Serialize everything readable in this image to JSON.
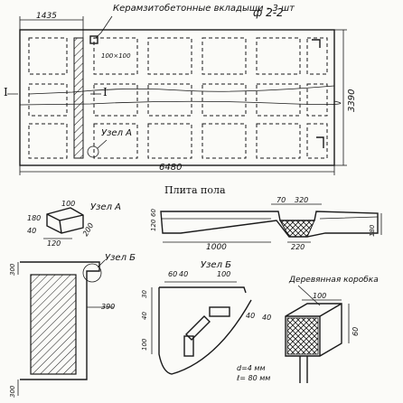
{
  "plan": {
    "dim_top_left": "1435",
    "callout": "Керамзитобетонные вкладыши - 3 шт",
    "mark": "ф 2-2",
    "insert_size": "100×100",
    "height": "3390",
    "width": "6480",
    "section_left": "I",
    "section_right": "I",
    "node_a_label": "Узел A",
    "caption": "Плита пола"
  },
  "node_a": {
    "title": "Узел A",
    "d100": "100",
    "d180": "180",
    "d40": "40",
    "d120": "120",
    "d200": "200"
  },
  "section": {
    "d70": "70",
    "d320": "320",
    "d120": "120",
    "d60": "60",
    "d1000": "1000",
    "d220": "220",
    "d180": "180"
  },
  "left_detail": {
    "title": "Узел Б",
    "d300_top": "300",
    "d390": "390",
    "d300_bot": "300"
  },
  "node_b": {
    "title": "Узел Б",
    "d60": "60",
    "d40": "40",
    "d100": "100",
    "d30": "30",
    "d40b": "40",
    "d100b": "100",
    "d40c": "40"
  },
  "box": {
    "title": "Деревянная коробка",
    "d100": "100",
    "d40": "40",
    "d60": "60",
    "rebar_d": "d=4 мм",
    "rebar_l": "ℓ= 80 мм"
  }
}
